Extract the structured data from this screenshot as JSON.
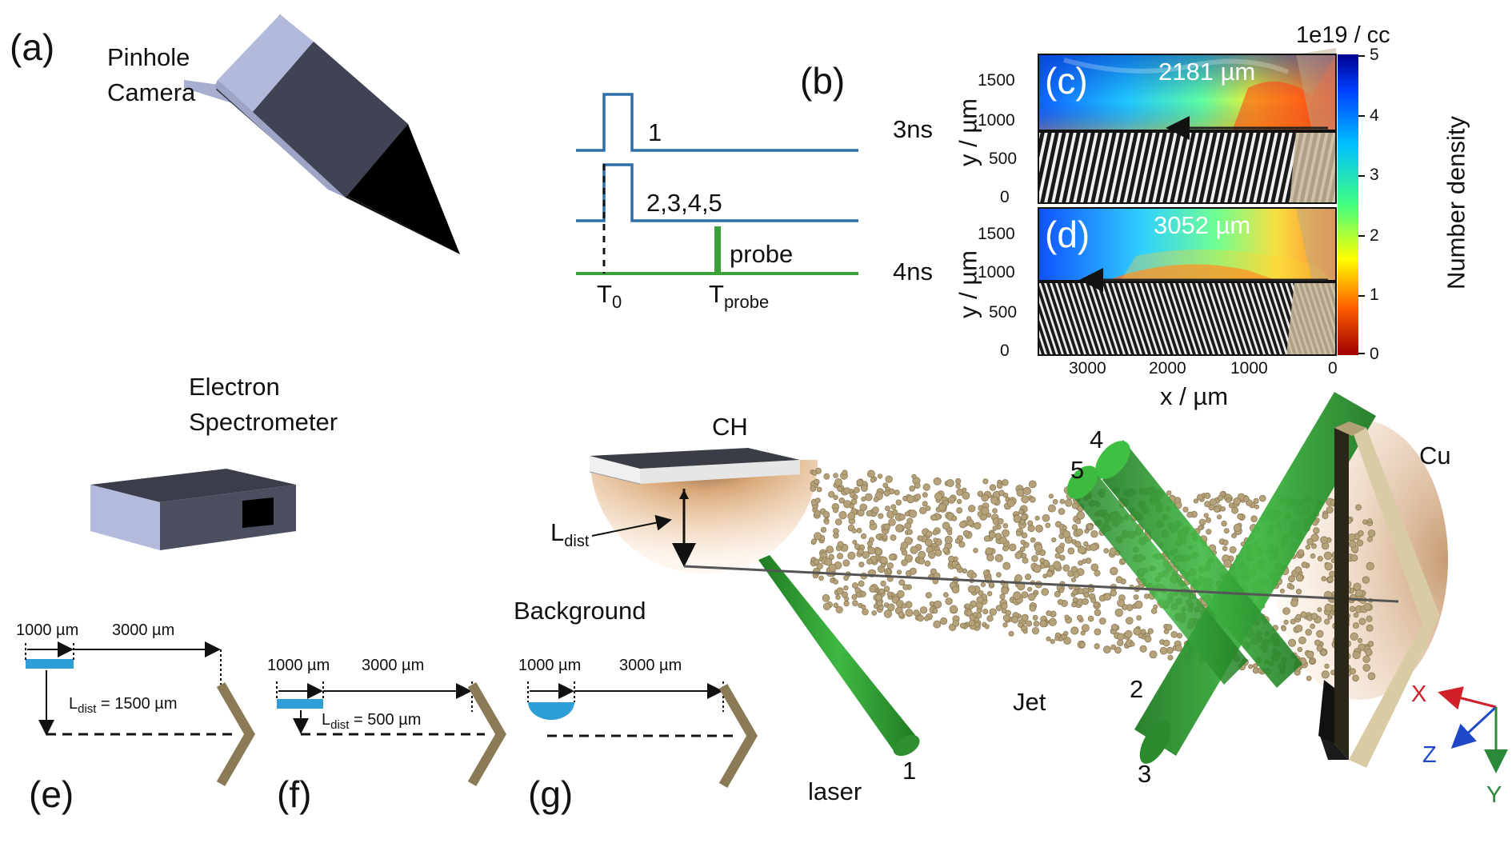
{
  "panels": {
    "a": "(a)",
    "b": "(b)",
    "c": "(c)",
    "d": "(d)",
    "e": "(e)",
    "f": "(f)",
    "g": "(g)"
  },
  "labels": {
    "pinhole_camera": [
      "Pinhole",
      "Camera"
    ],
    "electron_spectrometer": [
      "Electron",
      "Spectrometer"
    ],
    "ch": "CH",
    "cu": "Cu",
    "ldist_main": "L",
    "ldist_sub": "dist",
    "background": "Background",
    "jet": "Jet",
    "laser": "laser",
    "beam_numbers": [
      "1",
      "2",
      "3",
      "4",
      "5"
    ],
    "axes3d": {
      "x": "X",
      "y": "Y",
      "z": "Z"
    }
  },
  "timing": {
    "pulse1_label": "1",
    "pulse2_label": "2,3,4,5",
    "probe_label": "probe",
    "t0_main": "T",
    "t0_sub": "0",
    "tprobe_main": "T",
    "tprobe_sub": "probe",
    "colors": {
      "pump": "#2a6fa8",
      "probe": "#3aa03a"
    }
  },
  "density_map": {
    "cbar_title": "1e19 / cc",
    "cbar_label": "Number density",
    "cbar_ticks": [
      "0",
      "1",
      "2",
      "3",
      "4",
      "5"
    ],
    "cbar_range": [
      0,
      5
    ],
    "colormap": "jet",
    "y_label": "y / µm",
    "x_label": "x / µm",
    "y_ticks": [
      "0",
      "500",
      "1000",
      "1500"
    ],
    "x_ticks": [
      "3000",
      "2000",
      "1000",
      "0"
    ],
    "time_c": "3ns",
    "time_d": "4ns",
    "front_c": "2181 µm",
    "front_d": "3052 µm"
  },
  "configs": {
    "e": {
      "w": "1000 µm",
      "d": "3000 µm",
      "ldist": "L",
      "ldist_sub": "dist",
      "ldist_val": " = 1500 µm"
    },
    "f": {
      "w": "1000 µm",
      "d": "3000 µm",
      "ldist": "L",
      "ldist_sub": "dist",
      "ldist_val": " = 500 µm"
    },
    "g": {
      "w": "1000 µm",
      "d": "3000 µm"
    },
    "colors": {
      "target": "#2e9fd6",
      "wall": "#8a7a55"
    }
  },
  "colors": {
    "beam": "#2f9a33",
    "jet_particles": "#b5a27a",
    "cu_foil": "#d8c9a0",
    "axis_x": "#d0202a",
    "axis_z": "#1f48c8",
    "axis_y": "#2a8a3a"
  }
}
